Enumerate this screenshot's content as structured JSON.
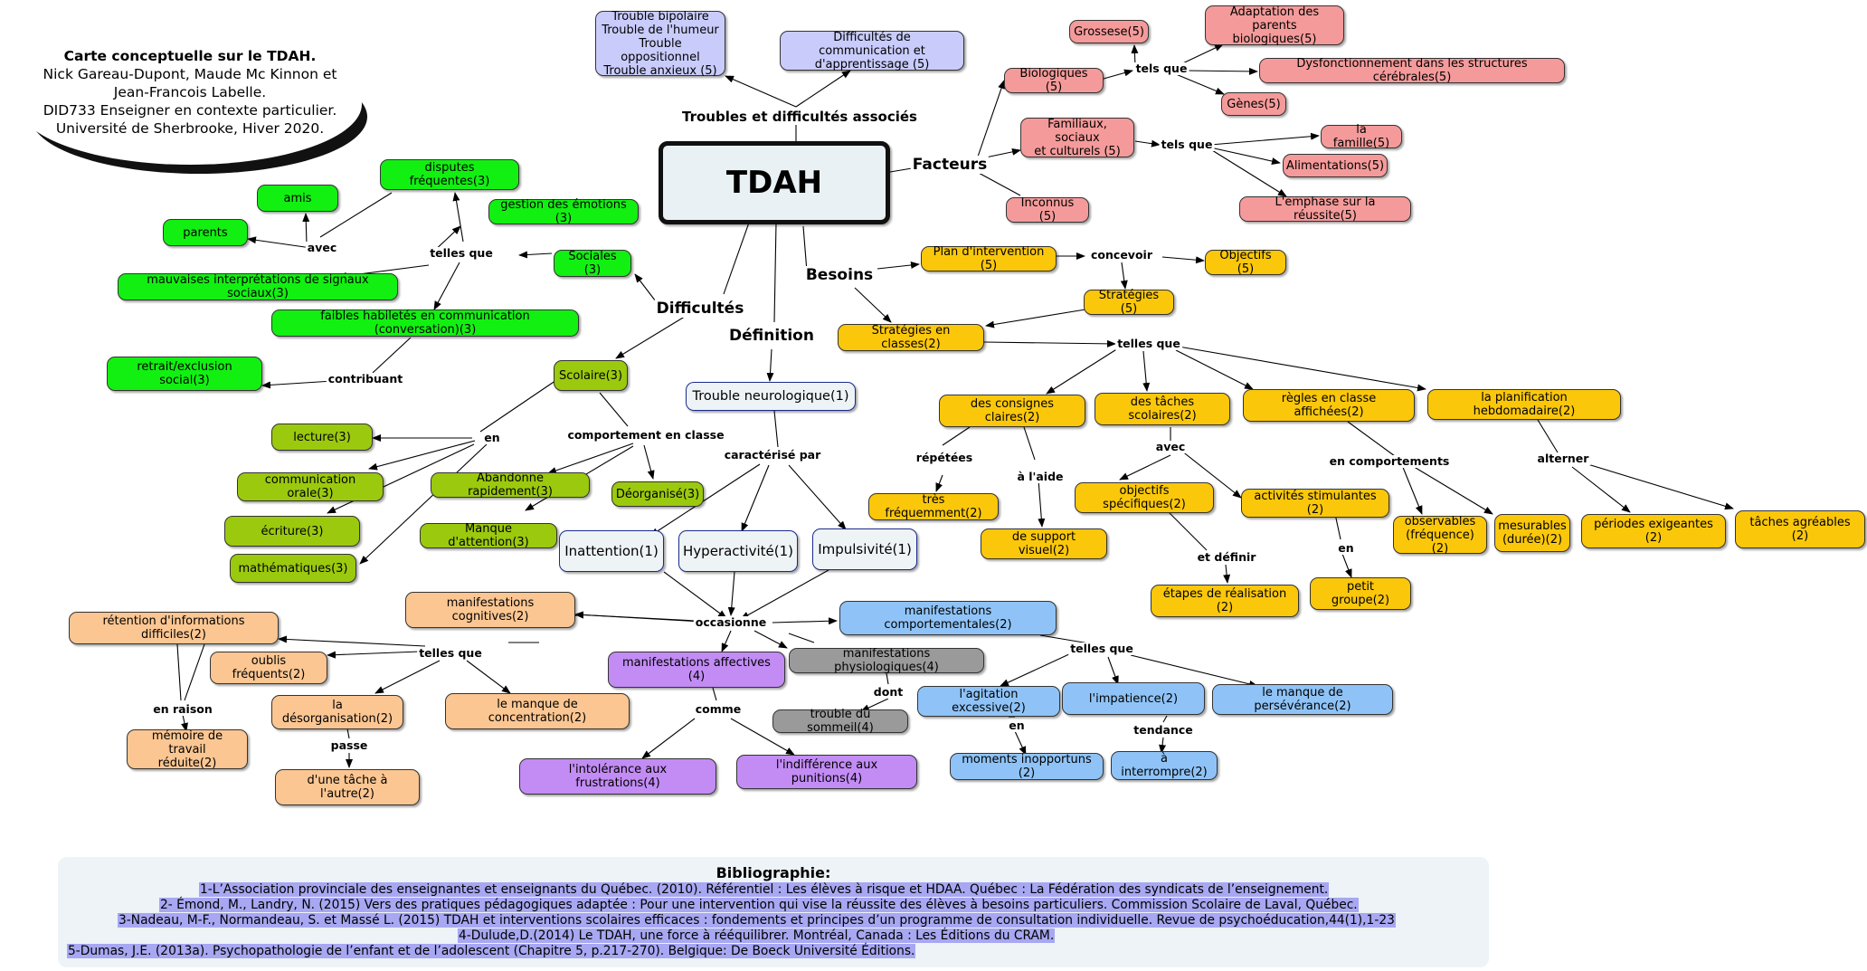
{
  "title_block": {
    "line1": "Carte conceptuelle sur le TDAH.",
    "line2": "Nick Gareau-Dupont, Maude Mc Kinnon et",
    "line3": "Jean-Francois Labelle.",
    "line4": "DID733 Enseigner en contexte particulier.",
    "line5": "Université de Sherbrooke, Hiver 2020."
  },
  "colors": {
    "comorbid": "#c9ccfb",
    "factors": "#f59a9a",
    "needs": "#fbc70b",
    "social": "#12f012",
    "school": "#9bc90e",
    "cognitive": "#fbc692",
    "behavioural": "#8fc3f7",
    "affective": "#c28cf4",
    "physiological": "#9a9a9a",
    "definition": "#eef3f6",
    "bibliography_bg": "#edf3f6",
    "bibliography_highlight": "#a7a7f2"
  },
  "nodes": {
    "tdah": "TDAH",
    "trouble_bipolaire": "Trouble bipolaire\nTrouble de l'humeur\nTrouble oppositionnel\nTrouble anxieux (5)",
    "difficultes_comm": "Difficultés de communication et\nd'apprentissage (5)",
    "grossesse": "Grossese(5)",
    "adaptation": "Adaptation des\nparents biologiques(5)",
    "biologiques": "Biologiques (5)",
    "dysfonctionnement": "Dysfonctionnement dans les structures cérébrales(5)",
    "genes": "Gènes(5)",
    "familiaux": "Familiaux, sociaux\net culturels (5)",
    "famille": "la famille(5)",
    "alimentations": "Alimentations(5)",
    "inconnus": "Inconnus (5)",
    "emphase": "L'emphase sur la réussite(5)",
    "plan_intervention": "Plan d'intervention (5)",
    "objectifs": "Objectifs (5)",
    "strategies": "Stratégies (5)",
    "strategies_classes": "Stratégies en classes(2)",
    "consignes": "des consignes claires(2)",
    "taches_scolaires": "des tâches scolaires(2)",
    "regles": "règles en classe affichées(2)",
    "planification": "la planification hebdomadaire(2)",
    "tres_frequemment": "très fréquemment(2)",
    "support_visuel": "de support visuel(2)",
    "objectifs_specifiques": "objectifs spécifiques(2)",
    "activites_stimulantes": "activités stimulantes (2)",
    "observables": "observables\n(fréquence)(2)",
    "mesurables": "mesurables\n(durée)(2)",
    "periodes": "périodes exigeantes (2)",
    "taches_agreables": "tâches agréables (2)",
    "etapes": "étapes de réalisation (2)",
    "petit_groupe": "petit groupe(2)",
    "disputes": "disputes fréquentes(3)",
    "amis": "amis",
    "gestion_emotions": "gestion des émotions (3)",
    "parents": "parents",
    "sociales": "Sociales (3)",
    "mauvaises": "mauvaises interprétations de signaux sociaux(3)",
    "faibles": "faibles habiletés en communication (conversation)(3)",
    "retrait": "retrait/exclusion social(3)",
    "scolaire": "Scolaire(3)",
    "trouble_neuro": "Trouble neurologique(1)",
    "lecture": "lecture(3)",
    "communication_orale": "communication orale(3)",
    "abandonne": "Abandonne rapidement(3)",
    "desorganise": "Déorganisé(3)",
    "ecriture": "écriture(3)",
    "manque_attention": "Manque d'attention(3)",
    "mathematiques": "mathématiques(3)",
    "inattention": "Inattention(1)",
    "hyperactivite": "Hyperactivité(1)",
    "impulsivite": "Impulsivité(1)",
    "manif_cognitives": "manifestations cognitives(2)",
    "retention": "rétention d'informations difficiles(2)",
    "manif_comportementales": "manifestations comportementales(2)",
    "oublis": "oublis fréquents(2)",
    "manif_affectives": "manifestations affectives (4)",
    "manif_physiologiques": "manifestations physiologiques(4)",
    "desorganisation": "la désorganisation(2)",
    "manque_concentration": "le manque de concentration(2)",
    "agitation": "l'agitation excessive(2)",
    "impatience": "l'impatience(2)",
    "perseverance": "le manque de persévérance(2)",
    "memoire": "mémoire de travail\nréduite(2)",
    "sommeil": "trouble du sommeil(4)",
    "moments": "moments inopportuns (2)",
    "interrompre": "à interrompre(2)",
    "tache_autre": "d'une tâche à l'autre(2)",
    "intolerance": "l'intolérance aux frustrations(4)",
    "indifference": "l'indifférence aux punitions(4)"
  },
  "links": {
    "troubles": "Troubles et difficultés associés",
    "facteurs": "Facteurs",
    "tels_que_1": "tels que",
    "tels_que_2": "tels que",
    "besoins": "Besoins",
    "concevoir": "concevoir",
    "telles_que_strat": "telles que",
    "difficultes": "Difficultés",
    "definition": "Définition",
    "avec_social": "avec",
    "telles_que_social": "telles que",
    "contribuant": "contribuant",
    "en_scolaire": "en",
    "comportement": "comportement en classe",
    "caracterise": "caractérisé par",
    "repetees": "répétées",
    "aide": "à l'aide",
    "avec_taches": "avec",
    "en_comportements": "en comportements",
    "alterner": "alterner",
    "et_definir": "et définir",
    "en_groupe": "en",
    "occasionne": "occasionne",
    "telles_que_cog": "telles que",
    "telles_que_comp": "telles que",
    "en_raison": "en raison",
    "dont": "dont",
    "comme": "comme",
    "en_moments": "en",
    "tendance": "tendance",
    "passe": "passe"
  },
  "bibliography": {
    "title": "Bibliographie:",
    "refs": [
      "1-L’Association provinciale des enseignantes et enseignants du Québec. (2010). Référentiel : Les élèves à risque et HDAA. Québec : La Fédération des syndicats de l’enseignement.",
      "2- Émond, M., Landry, N. (2015) Vers des pratiques pédagogiques adaptée : Pour une intervention qui vise la réussite des élèves à besoins particuliers. Commission Scolaire de Laval, Québec.",
      "3-Nadeau, M-F., Normandeau, S. et Massé L. (2015) TDAH et interventions scolaires efficaces : fondements et principes d’un programme de consultation individuelle. Revue de psychoéducation,44(1),1-23",
      "4-Dulude,D.(2014) Le TDAH, une force à rééquilibrer. Montréal, Canada : Les Éditions du CRAM.",
      "5-Dumas, J.E. (2013a). Psychopathologie de l’enfant et de l’adolescent (Chapitre 5, p.217-270). Belgique: De Boeck Université Éditions."
    ]
  }
}
